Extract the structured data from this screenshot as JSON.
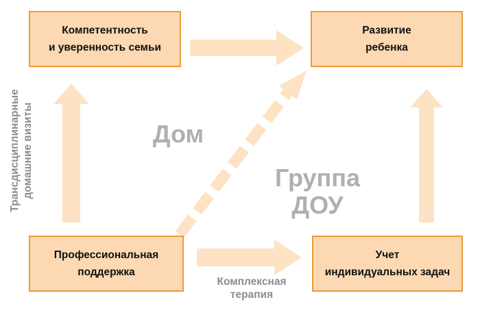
{
  "boxes": {
    "competence": {
      "line1": "Компетентность",
      "line2": "и уверенность семьи"
    },
    "development": {
      "line1": "Развитие",
      "line2": "ребенка"
    },
    "support": {
      "line1": "Профессиональная",
      "line2": "поддержка"
    },
    "tasks": {
      "line1": "Учет",
      "line2": "индивидуальных задач"
    }
  },
  "labels": {
    "home": "Дом",
    "group_line1": "Группа",
    "group_line2": "ДОУ",
    "therapy_line1": "Комплексная",
    "therapy_line2": "терапия",
    "visits_line1": "Трансдисциплинарные",
    "visits_line2": "домашние визиты"
  },
  "colors": {
    "box_fill": "#fcd9b2",
    "box_border": "#ec9a37",
    "arrow": "#fde2c4",
    "label_gray": "#b0b0b0"
  }
}
